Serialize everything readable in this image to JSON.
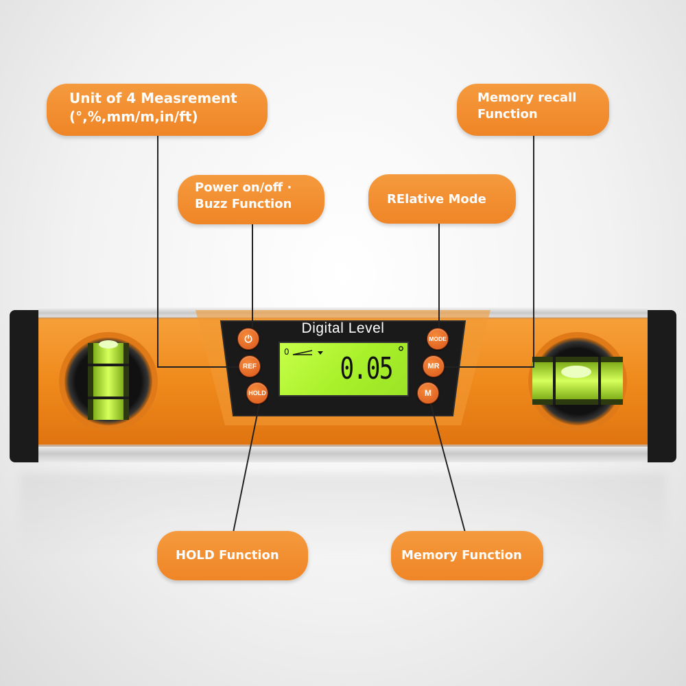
{
  "callouts": {
    "unit": {
      "line1": "Unit of 4 Measrement",
      "line2": "(°,%,mm/m,in/ft)"
    },
    "power": {
      "line1": "Power on/off ·",
      "line2": "Buzz Function"
    },
    "memory_recall": {
      "line1": "Memory recall",
      "line2": "Function"
    },
    "relative": {
      "line1": "RElative Mode"
    },
    "hold": {
      "line1": "HOLD Function"
    },
    "memory": {
      "line1": "Memory Function"
    }
  },
  "device": {
    "label": "Digital Level",
    "reading": "0.05",
    "unit": "°",
    "angle_indicator": "0",
    "buttons": {
      "power": "⏻",
      "ref": "REF",
      "hold": "HOLD",
      "mode": "MODE",
      "mr": "MR",
      "m": "M"
    }
  },
  "colors": {
    "callout_orange": "#ef8526",
    "body_orange": "#f08a1e",
    "lcd_green": "#b6f53a",
    "panel_black": "#1a1a1a"
  }
}
